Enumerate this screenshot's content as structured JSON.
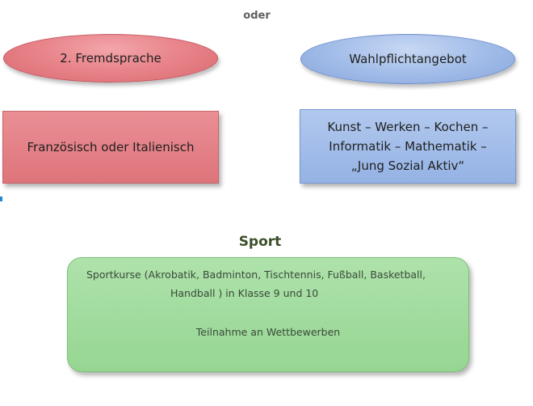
{
  "top_label": "oder",
  "left_column": {
    "heading": "2. Fremdsprache",
    "content": "Französisch oder Italienisch"
  },
  "right_column": {
    "heading": "Wahlpflichtangebot",
    "content_lines": [
      "Kunst – Werken – Kochen –",
      "Informatik – Mathematik –",
      "„Jung Sozial Aktiv“"
    ]
  },
  "sport": {
    "title": "Sport",
    "lines": [
      "Sportkurse (Akrobatik, Badminton, Tischtennis, Fußball, Basketball,",
      "Handball ) in Klasse 9 und 10",
      "Teilnahme an Wettbewerben"
    ]
  },
  "colors": {
    "red_fill": "#e2797f",
    "blue_fill": "#a3bde9",
    "green_fill": "#a3dca0",
    "sport_title": "#3c4f2a"
  }
}
